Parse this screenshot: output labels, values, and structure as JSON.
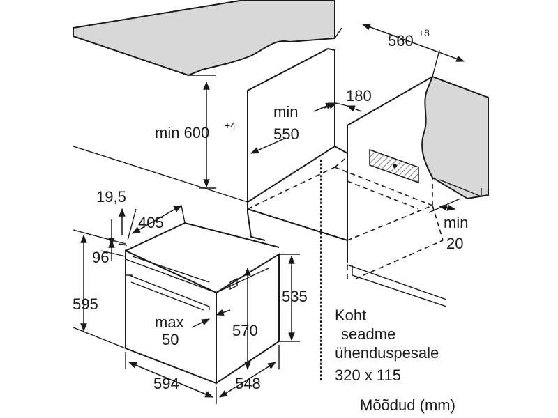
{
  "labels": {
    "cabinet_height": "min 600",
    "cabinet_height_tol": "+4",
    "depth": "560",
    "depth_tol": "+8",
    "inner_min": "min",
    "inner_550": "550",
    "gap_180": "180",
    "min20_a": "min",
    "min20_b": "20",
    "dim_19_5": "19,5",
    "dim_405": "405",
    "dim_96": "96",
    "dim_595": "595",
    "max50_a": "max",
    "max50_b": "50",
    "dim_570": "570",
    "dim_535": "535",
    "dim_594": "594",
    "dim_548": "548"
  },
  "note": {
    "line1": "Koht",
    "line2": "seadme",
    "line3": "ühenduspesale",
    "line4": "320 x 115"
  },
  "units": "Mõõdud (mm)",
  "colors": {
    "ink": "#1a1a1a",
    "surface": "#d8d8d8",
    "hatch": "#7a7a7a"
  }
}
